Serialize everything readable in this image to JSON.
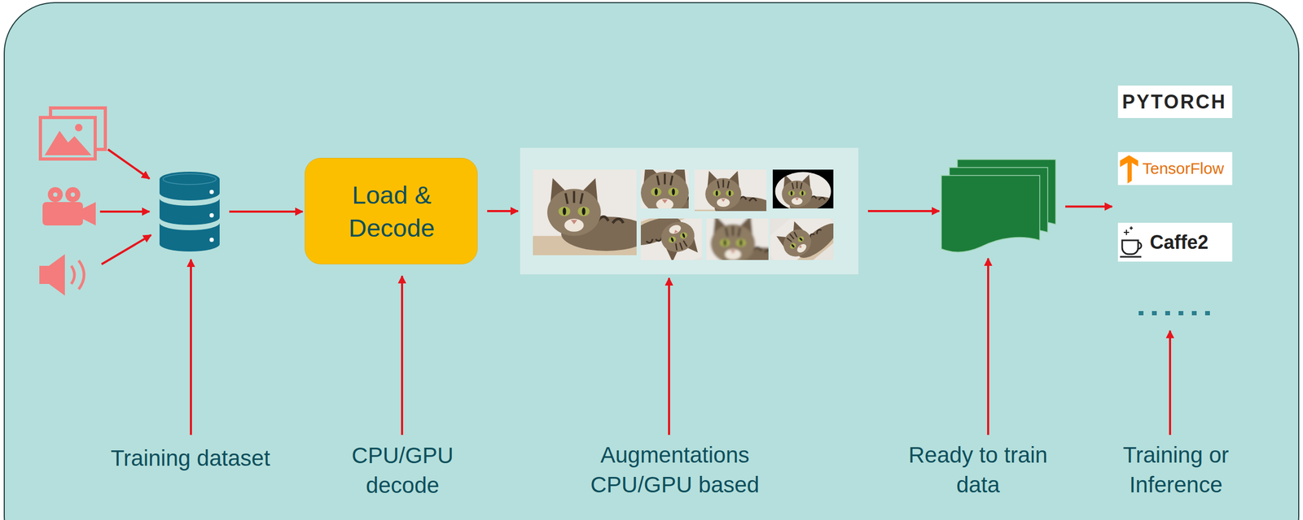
{
  "diagram": {
    "nodes": [
      {
        "text": [
          "Training dataset"
        ]
      },
      {
        "text": [
          "Load & Decode",
          "CPU/GPU decode"
        ]
      },
      {
        "text": [
          "Augmentations CPU/GPU based"
        ]
      },
      {
        "text": [
          "Ready to train data"
        ]
      },
      {
        "text": [
          "Training or Inference"
        ]
      }
    ],
    "edges": [
      {
        "from": 0,
        "to": 1,
        "arrow": "to"
      },
      {
        "from": 1,
        "to": 2,
        "arrow": "to"
      },
      {
        "from": 2,
        "to": 3,
        "arrow": "to"
      },
      {
        "from": 3,
        "to": 4,
        "arrow": "to"
      }
    ],
    "labels": [
      "PYTORCH",
      "TensorFlow",
      "Caffe2"
    ]
  }
}
